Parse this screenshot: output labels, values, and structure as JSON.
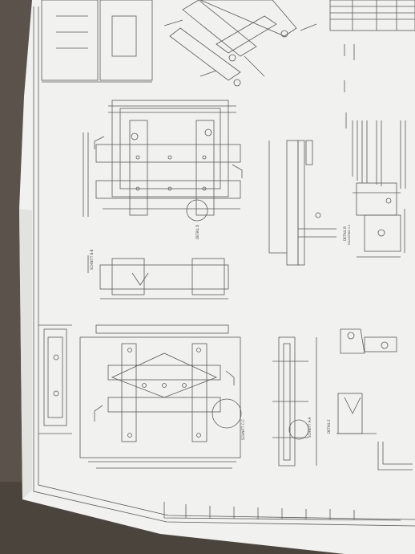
{
  "photo": {
    "subject": "technical drawing sheet on table",
    "colors": {
      "table": "#5b524b",
      "table_dark": "#3e3833",
      "paper": "#f1f1ef",
      "paper_shade": "#dcdcd8",
      "ink": "#5a5a5a",
      "ink_dark": "#3a3a3a"
    }
  },
  "labels": {
    "detail_d": "DETAIL D",
    "detail_e": "DETAIL E",
    "detail_b": "DETAIL B",
    "section_cc": "SCHNITT C-C",
    "section_bb": "SCHNITT B-B",
    "section_aa": "SCHNITT A-A",
    "scale_detail_b": "MASSSTAB 1:1"
  }
}
